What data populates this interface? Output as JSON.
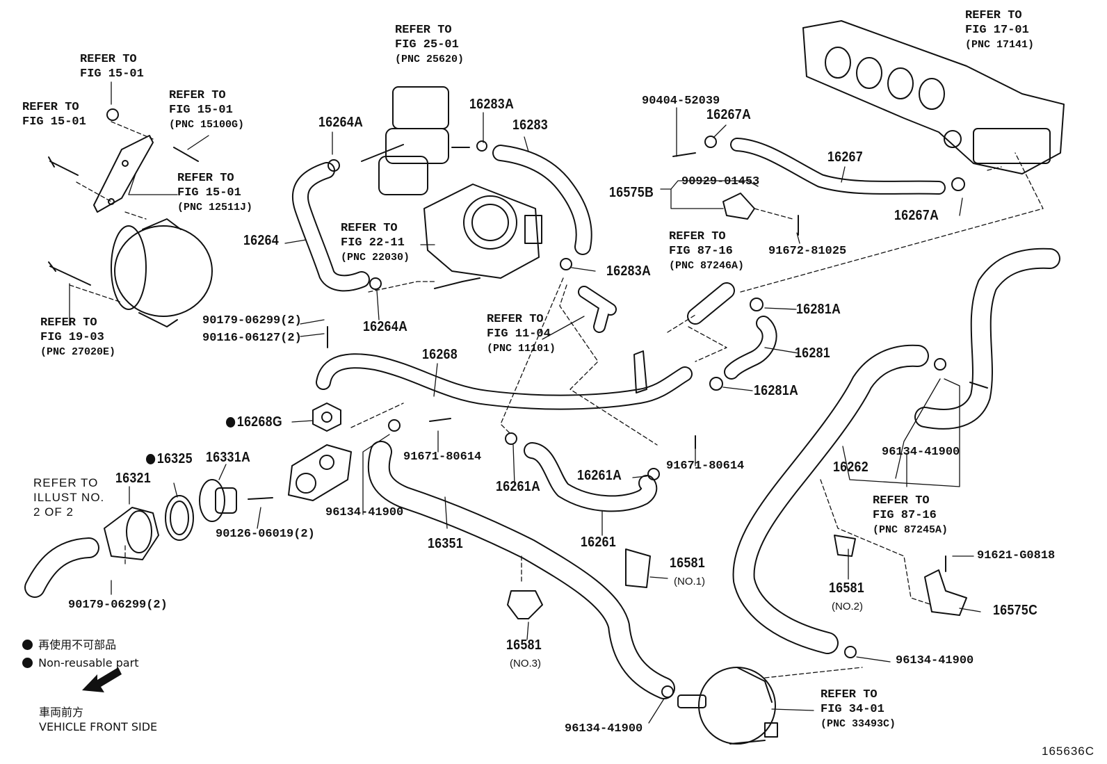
{
  "diagram_id": "165636C",
  "refs": {
    "fig_15_01_a": [
      "REFER TO",
      "FIG 15-01"
    ],
    "fig_15_01_b": [
      "REFER TO",
      "FIG 15-01"
    ],
    "fig_15_01_c": [
      "REFER TO",
      "FIG 15-01",
      "(PNC 15100G)"
    ],
    "fig_15_01_d": [
      "REFER TO",
      "FIG 15-01",
      "(PNC 12511J)"
    ],
    "fig_19_03": [
      "REFER TO",
      "FIG 19-03",
      "(PNC 27020E)"
    ],
    "fig_25_01": [
      "REFER TO",
      "FIG 25-01",
      "(PNC 25620)"
    ],
    "fig_22_11": [
      "REFER TO",
      "FIG 22-11",
      "(PNC 22030)"
    ],
    "fig_11_04": [
      "REFER TO",
      "FIG 11-04",
      "(PNC 11101)"
    ],
    "fig_87_16_a": [
      "REFER TO",
      "FIG 87-16",
      "(PNC 87246A)"
    ],
    "fig_87_16_b": [
      "REFER TO",
      "FIG 87-16",
      "(PNC 87245A)"
    ],
    "fig_17_01": [
      "REFER TO",
      "FIG 17-01",
      "(PNC 17141)"
    ],
    "fig_34_01": [
      "REFER TO",
      "FIG 34-01",
      "(PNC 33493C)"
    ],
    "illust": [
      "REFER TO",
      "ILLUST NO.",
      "2 OF 2"
    ]
  },
  "parts": {
    "p16264A_1": "16264A",
    "p16264": "16264",
    "p16264A_2": "16264A",
    "p16283A_1": "16283A",
    "p16283": "16283",
    "p16283A_2": "16283A",
    "p90404": "90404-52039",
    "p16267A_1": "16267A",
    "p16267": "16267",
    "p16267A_2": "16267A",
    "p16575B": "16575B",
    "p90929": "90929-01453",
    "p91672": "91672-81025",
    "p16281A_1": "16281A",
    "p16281": "16281",
    "p16281A_2": "16281A",
    "p90179_a": "90179-06299(2)",
    "p90116": "90116-06127(2)",
    "p16268": "16268",
    "p16268G": "16268G",
    "p91671_a": "91671-80614",
    "p91671_b": "91671-80614",
    "p16325": "16325",
    "p16331A": "16331A",
    "p16321": "16321",
    "p96134_a": "96134-41900",
    "p90126": "90126-06019(2)",
    "p16261A_1": "16261A",
    "p16261A_2": "16261A",
    "p16261": "16261",
    "p16351": "16351",
    "p16262": "16262",
    "p96134_b": "96134-41900",
    "p16581_1": "16581",
    "p16581_1_no": "(NO.1)",
    "p16581_2": "16581",
    "p16581_2_no": "(NO.2)",
    "p16581_3": "16581",
    "p16581_3_no": "(NO.3)",
    "p91621": "91621-G0818",
    "p16575C": "16575C",
    "p96134_c": "96134-41900",
    "p96134_d": "96134-41900",
    "p90179_b": "90179-06299(2)"
  },
  "legend": {
    "nonreusable_jp": "再使用不可部品",
    "nonreusable_en": "Non-reusable part",
    "front_jp": "車両前方",
    "front_en": "VEHICLE FRONT SIDE"
  }
}
